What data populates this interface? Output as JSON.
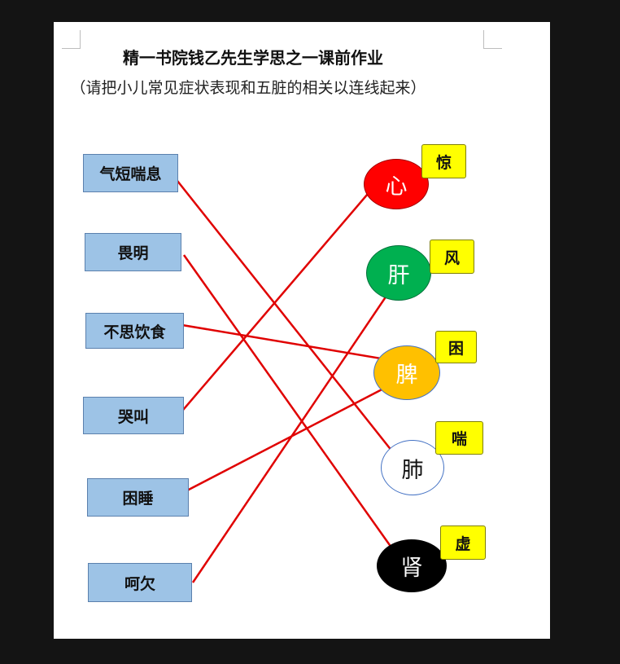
{
  "document": {
    "title": "精一书院钱乙先生学思之一课前作业",
    "subtitle": "（请把小儿常见症状表现和五脏的相关以连线起来）"
  },
  "symptoms": [
    {
      "label": "气短喘息"
    },
    {
      "label": "畏明"
    },
    {
      "label": "不思饮食"
    },
    {
      "label": "哭叫"
    },
    {
      "label": "困睡"
    },
    {
      "label": "呵欠"
    }
  ],
  "organs": [
    {
      "label": "心",
      "tag": "惊",
      "fill": "#ff0000",
      "text_color": "#ffffff"
    },
    {
      "label": "肝",
      "tag": "风",
      "fill": "#00b050",
      "text_color": "#ffffff"
    },
    {
      "label": "脾",
      "tag": "困",
      "fill": "#ffc000",
      "text_color": "#ffffff"
    },
    {
      "label": "肺",
      "tag": "喘",
      "fill": "#ffffff",
      "text_color": "#111111"
    },
    {
      "label": "肾",
      "tag": "虚",
      "fill": "#000000",
      "text_color": "#ffffff"
    }
  ],
  "colors": {
    "symptom_box": "#9dc3e6",
    "tag_box": "#ffff00",
    "connector": "#e00000"
  }
}
